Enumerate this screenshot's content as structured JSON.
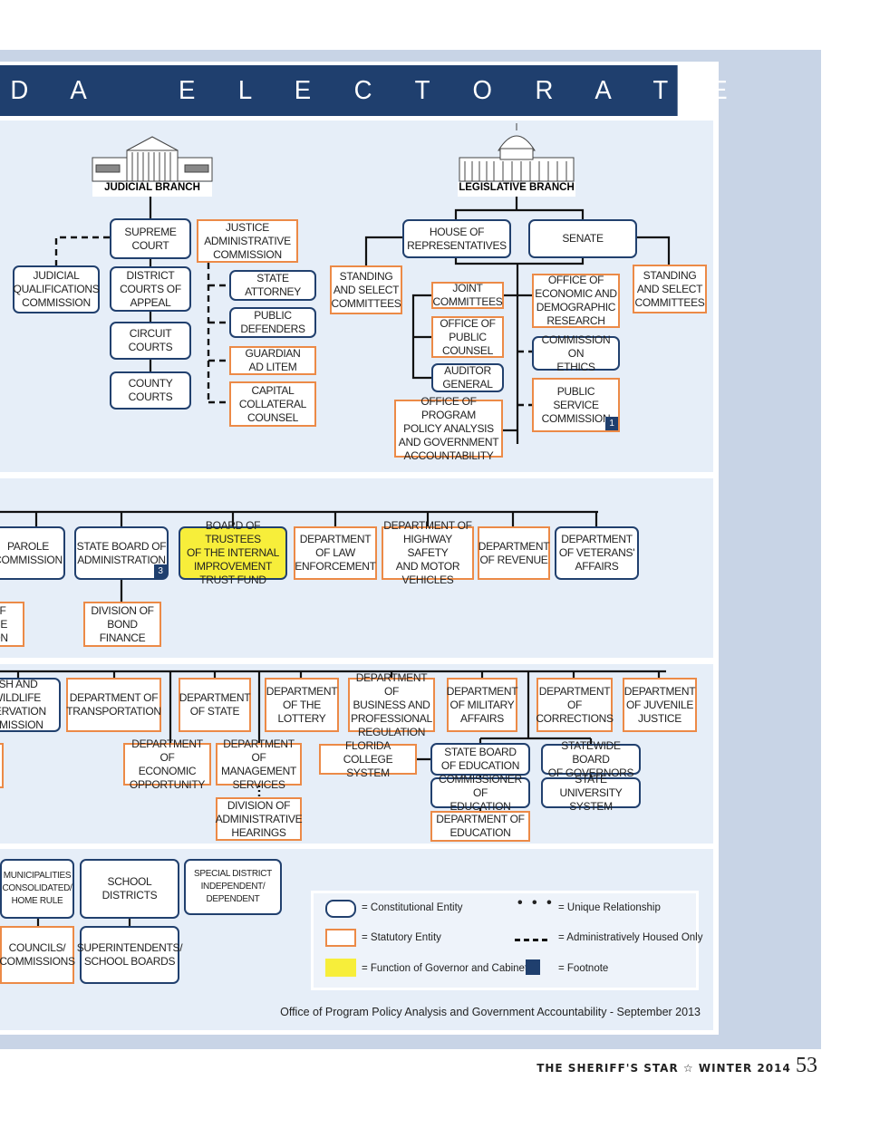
{
  "header": {
    "title": "D A   E L E C T O R A T E"
  },
  "colors": {
    "constitutional": "#21406e",
    "statutory": "#ec8a47",
    "governor_cabinet": "#f7ee3a",
    "footnote": "#1f3f6e",
    "header": "#1f3f6e"
  },
  "branches": {
    "judicial": "JUDICIAL  BRANCH",
    "legislative": "LEGISLATIVE BRANCH"
  },
  "boxes": [
    {
      "id": "supreme-court",
      "kind": "const",
      "text": "SUPREME\nCOURT"
    },
    {
      "id": "justice-administrative-commission",
      "kind": "stat",
      "text": "JUSTICE\nADMINISTRATIVE\nCOMMISSION"
    },
    {
      "id": "judicial-qualifications-commission",
      "kind": "const",
      "text": "JUDICIAL\nQUALIFICATIONS\nCOMMISSION"
    },
    {
      "id": "district-courts-of-appeal",
      "kind": "const",
      "text": "DISTRICT\nCOURTS OF\nAPPEAL"
    },
    {
      "id": "circuit-courts",
      "kind": "const",
      "text": "CIRCUIT\nCOURTS"
    },
    {
      "id": "county-courts",
      "kind": "const",
      "text": "COUNTY\nCOURTS"
    },
    {
      "id": "state-attorney",
      "kind": "const",
      "text": "STATE\nATTORNEY"
    },
    {
      "id": "public-defenders",
      "kind": "const",
      "text": "PUBLIC\nDEFENDERS"
    },
    {
      "id": "guardian-ad-litem",
      "kind": "stat",
      "text": "GUARDIAN\nAD LITEM"
    },
    {
      "id": "capital-collateral-counsel",
      "kind": "stat",
      "text": "CAPITAL\nCOLLATERAL\nCOUNSEL"
    },
    {
      "id": "house-of-representatives",
      "kind": "const",
      "text": "HOUSE OF\nREPRESENTATIVES"
    },
    {
      "id": "senate",
      "kind": "const",
      "text": "SENATE"
    },
    {
      "id": "house-standing-committees",
      "kind": "stat",
      "text": "STANDING\nAND SELECT\nCOMMITTEES"
    },
    {
      "id": "senate-standing-committees",
      "kind": "stat",
      "text": "STANDING\nAND SELECT\nCOMMITTEES"
    },
    {
      "id": "joint-committees",
      "kind": "stat",
      "text": "JOINT\nCOMMITTEES"
    },
    {
      "id": "office-of-public-counsel",
      "kind": "stat",
      "text": "OFFICE OF\nPUBLIC\nCOUNSEL"
    },
    {
      "id": "auditor-general",
      "kind": "const",
      "text": "AUDITOR\nGENERAL"
    },
    {
      "id": "oppaga",
      "kind": "stat",
      "text": "OFFICE OF PROGRAM\nPOLICY ANALYSIS\nAND GOVERNMENT\nACCOUNTABILITY"
    },
    {
      "id": "edr",
      "kind": "stat",
      "text": "OFFICE OF\nECONOMIC AND\nDEMOGRAPHIC\nRESEARCH"
    },
    {
      "id": "commission-on-ethics",
      "kind": "const",
      "text": "COMMISSION ON\nETHICS"
    },
    {
      "id": "public-service-commission",
      "kind": "stat",
      "text": "PUBLIC SERVICE\nCOMMISSION",
      "footnote": "1"
    },
    {
      "id": "parole-commission",
      "kind": "const",
      "text": "PAROLE\nCOMMISSION"
    },
    {
      "id": "state-board-of-administration",
      "kind": "const",
      "text": "STATE BOARD OF\nADMINISTRATION",
      "footnote": "3"
    },
    {
      "id": "board-of-trustees-iitf",
      "kind": "gov",
      "text": "BOARD OF TRUSTEES\nOF THE INTERNAL\nIMPROVEMENT\nTRUST FUND"
    },
    {
      "id": "department-of-law-enforcement",
      "kind": "stat",
      "text": "DEPARTMENT\nOF LAW\nENFORCEMENT"
    },
    {
      "id": "department-of-highway-safety",
      "kind": "stat",
      "text": "DEPARTMENT OF\nHIGHWAY SAFETY\nAND MOTOR\nVEHICLES"
    },
    {
      "id": "department-of-revenue",
      "kind": "stat",
      "text": "DEPARTMENT\nOF REVENUE"
    },
    {
      "id": "department-of-veterans-affairs",
      "kind": "const",
      "text": "DEPARTMENT\nOF VETERANS'\nAFFAIRS"
    },
    {
      "id": "partial-box-left",
      "kind": "stat",
      "text": "OF\nICE\nION"
    },
    {
      "id": "division-of-bond-finance",
      "kind": "stat",
      "text": "DIVISION OF\nBOND FINANCE"
    },
    {
      "id": "fish-and-wildlife-commission",
      "kind": "const",
      "text": "ISH AND\nWILDLIFE\nSERVATION\nMMISSION"
    },
    {
      "id": "department-of-transportation",
      "kind": "stat",
      "text": "DEPARTMENT OF\nTRANSPORTATION"
    },
    {
      "id": "department-of-state",
      "kind": "stat",
      "text": "DEPARTMENT\nOF STATE"
    },
    {
      "id": "department-of-the-lottery",
      "kind": "stat",
      "text": "DEPARTMENT\nOF THE\nLOTTERY"
    },
    {
      "id": "department-of-business-professional-regulation",
      "kind": "stat",
      "text": "DEPARTMENT OF\nBUSINESS AND\nPROFESSIONAL\nREGULATION"
    },
    {
      "id": "department-of-military-affairs",
      "kind": "stat",
      "text": "DEPARTMENT\nOF MILITARY\nAFFAIRS"
    },
    {
      "id": "department-of-corrections",
      "kind": "stat",
      "text": "DEPARTMENT\nOF\nCORRECTIONS"
    },
    {
      "id": "department-of-juvenile-justice",
      "kind": "stat",
      "text": "DEPARTMENT\nOF JUVENILE\nJUSTICE"
    },
    {
      "id": "partial-box-left-2",
      "kind": "stat",
      "text": ""
    },
    {
      "id": "department-of-economic-opportunity",
      "kind": "stat",
      "text": "DEPARTMENT OF\nECONOMIC\nOPPORTUNITY"
    },
    {
      "id": "department-of-management-services",
      "kind": "stat",
      "text": "DEPARTMENT OF\nMANAGEMENT\nSERVICES"
    },
    {
      "id": "division-of-administrative-hearings",
      "kind": "stat",
      "text": "DIVISION OF\nADMINISTRATIVE\nHEARINGS"
    },
    {
      "id": "florida-college-system",
      "kind": "stat",
      "text": "FLORIDA COLLEGE\nSYSTEM"
    },
    {
      "id": "state-board-of-education",
      "kind": "const",
      "text": "STATE BOARD\nOF EDUCATION"
    },
    {
      "id": "commissioner-of-education",
      "kind": "const",
      "text": "COMMISSIONER OF\nEDUCATION"
    },
    {
      "id": "department-of-education",
      "kind": "stat",
      "text": "DEPARTMENT OF\nEDUCATION"
    },
    {
      "id": "statewide-board-of-governors",
      "kind": "const",
      "text": "STATEWIDE BOARD\nOF GOVERNORS"
    },
    {
      "id": "state-university-system",
      "kind": "const",
      "text": "STATE UNIVERSITY\nSYSTEM"
    },
    {
      "id": "municipalities",
      "kind": "const",
      "text": "MUNICIPALITIES\nCONSOLIDATED/\nHOME RULE"
    },
    {
      "id": "school-districts",
      "kind": "const",
      "text": "SCHOOL\nDISTRICTS"
    },
    {
      "id": "special-district",
      "kind": "const",
      "text": "SPECIAL DISTRICT\nINDEPENDENT/\nDEPENDENT"
    },
    {
      "id": "councils-commissions",
      "kind": "stat",
      "text": "COUNCILS/\nCOMMISSIONS"
    },
    {
      "id": "superintendents-school-boards",
      "kind": "const",
      "text": "SUPERINTENDENTS/\nSCHOOL BOARDS"
    }
  ],
  "legend": {
    "constitutional": "= Constitutional Entity",
    "statutory": "= Statutory Entity",
    "governor": "= Function of Governor and Cabinet",
    "unique": "= Unique Relationship",
    "admin": "= Administratively Housed Only",
    "footnote": "= Footnote"
  },
  "source": "Office of Program Policy Analysis and Government Accountability - September 2013",
  "footer": {
    "publication": "THE SHERIFF'S STAR",
    "star": "☆",
    "issue": "WINTER 2014",
    "page": "53"
  }
}
